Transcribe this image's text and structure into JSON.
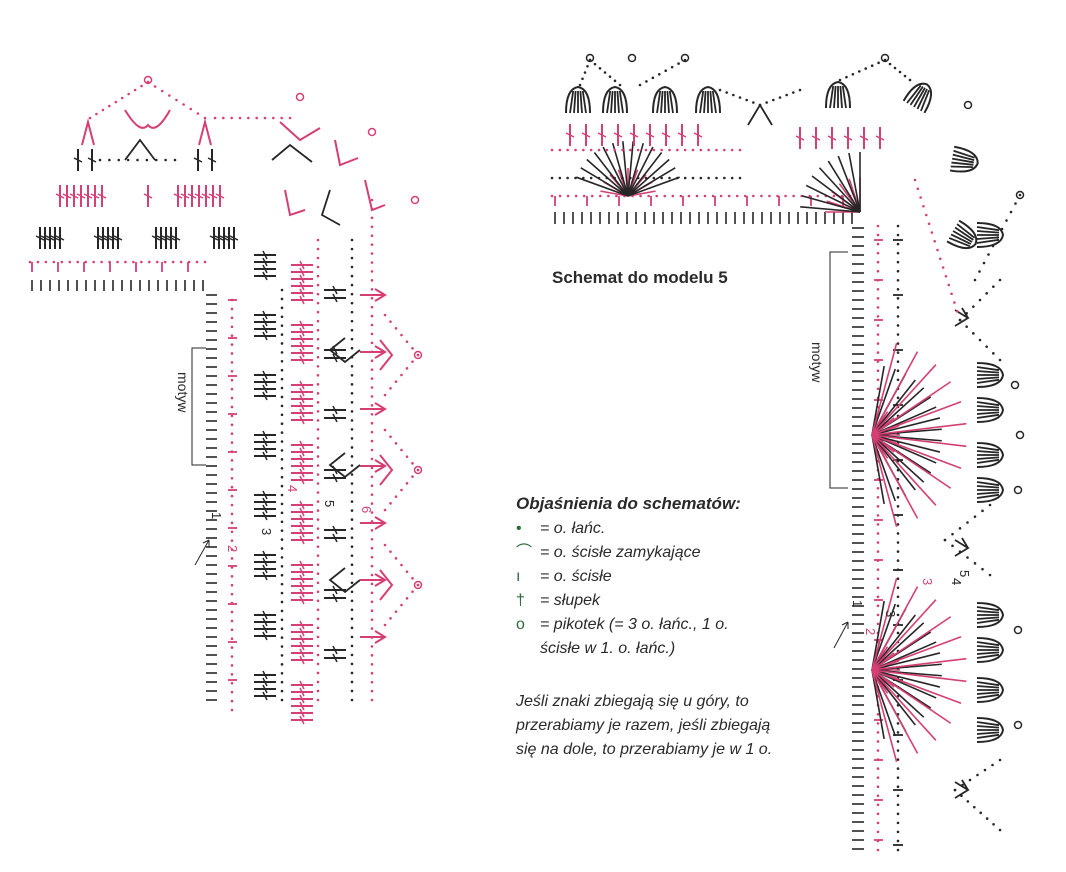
{
  "title": "Schemat do modelu 5",
  "colors": {
    "ink": "#262626",
    "accent": "#d63f74",
    "legend_symbol": "#2e6b3a"
  },
  "left_diagram": {
    "motif_label": "motyw",
    "row_numbers": [
      "1",
      "2",
      "3",
      "4",
      "5",
      "6"
    ]
  },
  "right_diagram": {
    "motif_label": "motyw",
    "row_numbers": [
      "1",
      "2",
      "3",
      "3",
      "4",
      "5"
    ]
  },
  "legend": {
    "heading": "Objaśnienia do schematów:",
    "items": [
      {
        "symbol": "•",
        "text": "= o. łańc."
      },
      {
        "symbol": "⌒",
        "text": "= o. ścisłe zamykające"
      },
      {
        "symbol": "ı",
        "text": "= o. ścisłe"
      },
      {
        "symbol": "†",
        "text": "= słupek"
      },
      {
        "symbol": "o",
        "text": "= pikotek (= 3 o. łańc., 1 o."
      },
      {
        "symbol": "",
        "text": "ścisłe w 1. o. łańc.)"
      }
    ],
    "note": "Jeśli znaki zbiegają się u góry, to przerabiamy je razem, jeśli zbiegają się na dole, to przerabiamy je w 1 o."
  }
}
